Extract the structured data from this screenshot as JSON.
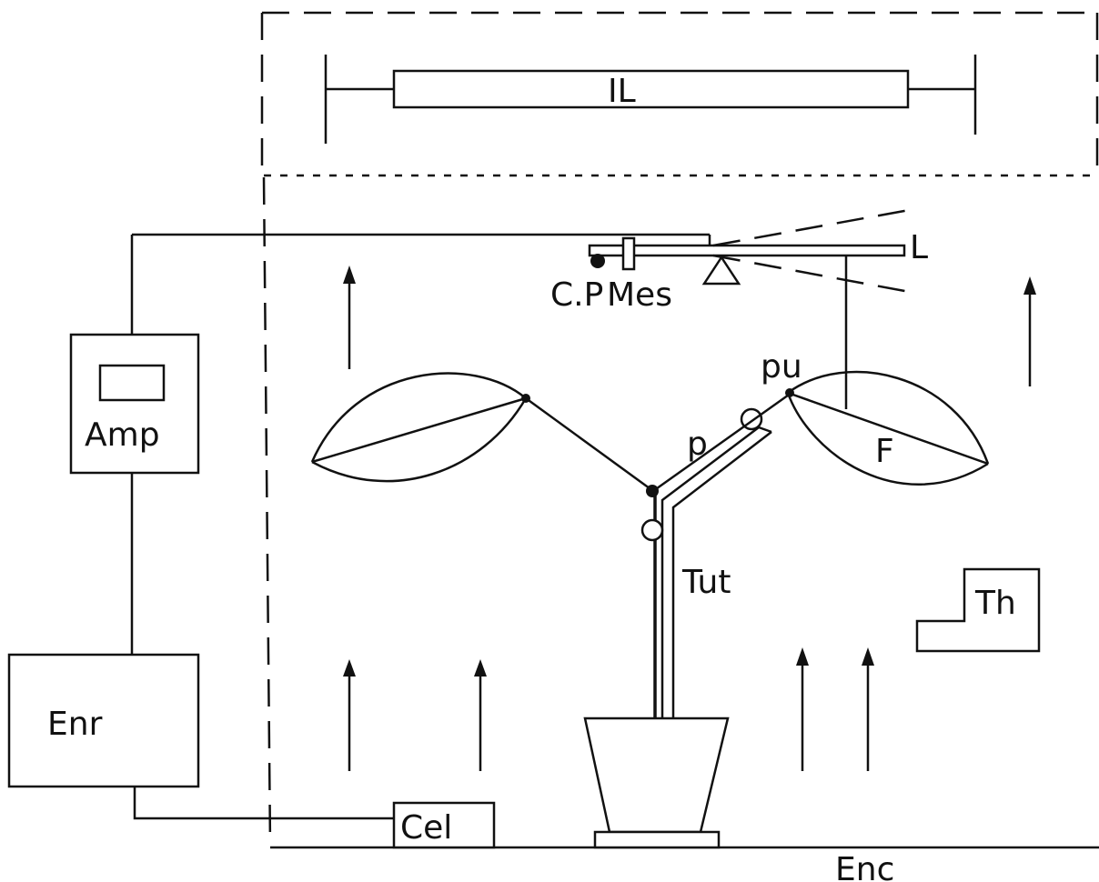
{
  "labels": {
    "lamp": "IL",
    "lever": "L",
    "counterweight": "C.P",
    "measure": "Mes",
    "amplifier": "Amp",
    "recorder": "Enr",
    "cell": "Cel",
    "enclosure": "Enc",
    "thermostat": "Th",
    "support": "Tut",
    "petiole": "p",
    "pulvinus": "pu",
    "leaf": "F"
  }
}
